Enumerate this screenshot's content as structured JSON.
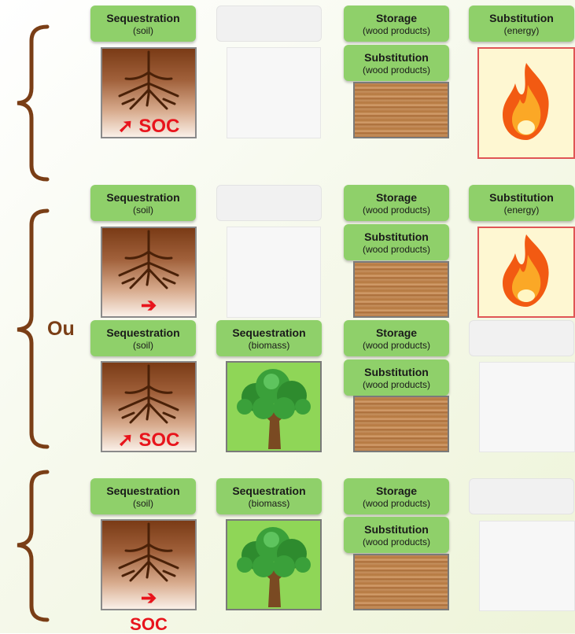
{
  "labels": {
    "seq_soil_t": "Sequestration",
    "seq_soil_s": "(soil)",
    "seq_bio_t": "Sequestration",
    "seq_bio_s": "(biomass)",
    "storage_t": "Storage",
    "storage_s": "(wood products)",
    "subst_wood_t": "Substitution",
    "subst_wood_s": "(wood products)",
    "subst_energy_t": "Substitution",
    "subst_energy_s": "(energy)"
  },
  "soc": {
    "up": "SOC",
    "flat": "SOC"
  },
  "or_label": "Ou",
  "colors": {
    "label_green": "#8fd06a",
    "brace_brown": "#7a3e16",
    "soc_red": "#e8141c"
  }
}
